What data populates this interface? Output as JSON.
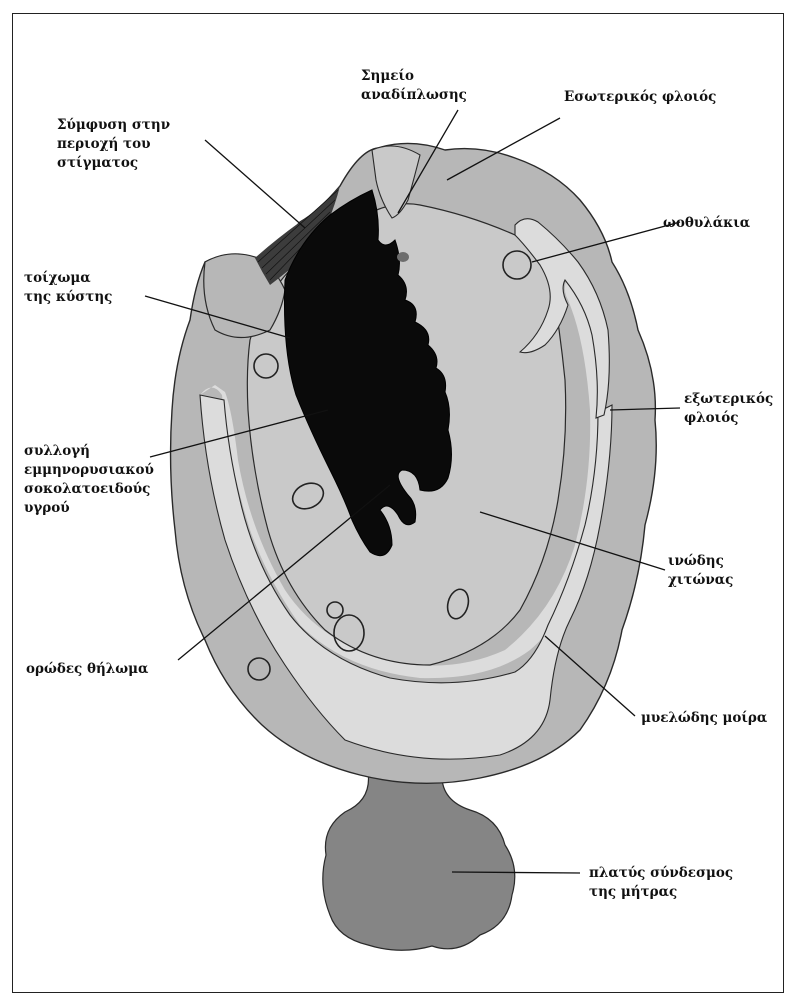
{
  "labels": {
    "fold_point": "Σημείο\nαναδίπλωσης",
    "inner_cortex": "Εσωτερικός φλοιός",
    "adhesion_stigma": "Σύμφυση στην\nπεριοχή του\nστίγματος",
    "follicles": "ωοθυλάκια",
    "cyst_wall": "τοίχωμα\nτης κύστης",
    "outer_cortex": "εξωτερικός\nφλοιός",
    "chocolate_fluid": "συλλογή\nεμμηνορυσιακού\nσοκολατοειδούς\nυγρού",
    "tunica_albuginea": "ινώδης\nχιτώνας",
    "serous_fold": "ορώδες θήλωμα",
    "medulla": "μυελώδης μοίρα",
    "broad_ligament": "πλατύς σύνδεσμος\nτης μήτρας"
  },
  "colors": {
    "outer_cortex": "#b7b7b7",
    "inner_cortex": "#c9c9c9",
    "medulla": "#dcdcdc",
    "cyst": "#0a0a0a",
    "ligament": "#858585",
    "outline": "#2a2a2a"
  }
}
